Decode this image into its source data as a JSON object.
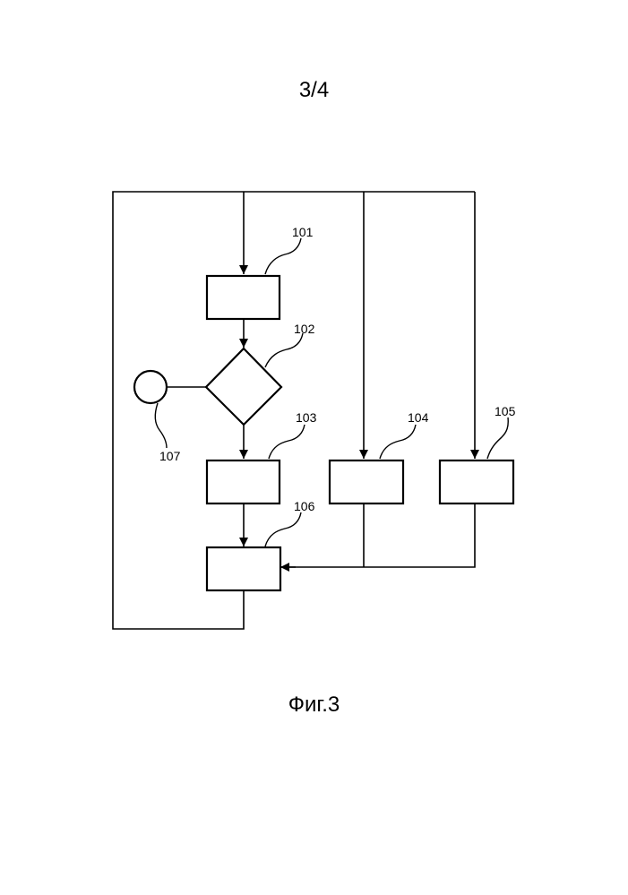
{
  "page": {
    "number": "3/4",
    "caption": "Фиг.3"
  },
  "diagram": {
    "labels": {
      "b101": "101",
      "b102": "102",
      "b103": "103",
      "b104": "104",
      "b105": "105",
      "b106": "106",
      "b107": "107"
    }
  }
}
